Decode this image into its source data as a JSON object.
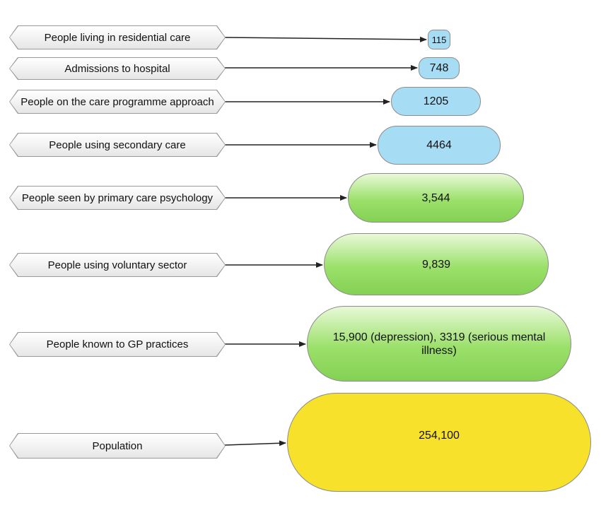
{
  "levels": [
    {
      "label": "People living in residential care",
      "value": "115",
      "fill": "#a7dcf5"
    },
    {
      "label": "Admissions to hospital",
      "value": "748",
      "fill": "#a7dcf5"
    },
    {
      "label": "People on the care programme approach",
      "value": "1205",
      "fill": "#a7dcf5"
    },
    {
      "label": "People using secondary care",
      "value": "4464",
      "fill": "#a7dcf5"
    },
    {
      "label": "People seen by primary care psychology",
      "value": "3,544",
      "fill": "#8fdc5e"
    },
    {
      "label": "People using voluntary sector",
      "value": "9,839",
      "fill": "#8fdc5e"
    },
    {
      "label": "People known to GP practices",
      "value": "15,900 (depression), 3319 (serious mental illness)",
      "fill": "#8fdc5e"
    },
    {
      "label": "Population",
      "value": "254,100",
      "fill": "#f8e12a"
    }
  ]
}
